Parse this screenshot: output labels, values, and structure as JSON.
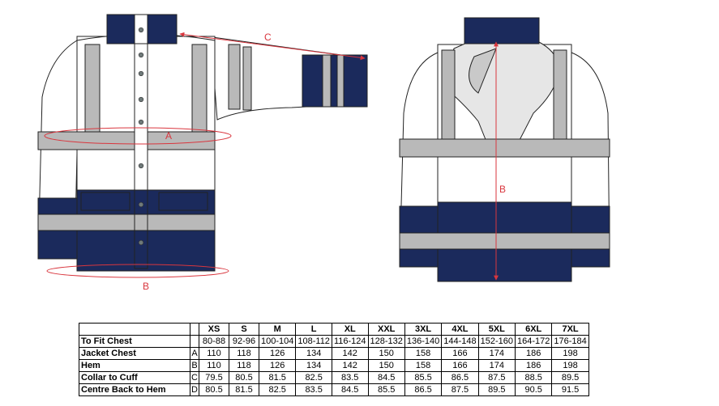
{
  "diagram": {
    "front_labels": {
      "a": "A",
      "b": "B",
      "c": "C"
    },
    "back_labels": {
      "b": "B"
    },
    "colors": {
      "navy": "#1b2a5c",
      "reflective": "#b9b9b9",
      "white": "#ffffff",
      "outline": "#222222",
      "measure": "#d9363e"
    }
  },
  "size_table": {
    "sizes": [
      "XS",
      "S",
      "M",
      "L",
      "XL",
      "XXL",
      "3XL",
      "4XL",
      "5XL",
      "6XL",
      "7XL"
    ],
    "rows": [
      {
        "label": "To Fit Chest",
        "code": "",
        "values": [
          "80-88",
          "92-96",
          "100-104",
          "108-112",
          "116-124",
          "128-132",
          "136-140",
          "144-148",
          "152-160",
          "164-172",
          "176-184"
        ]
      },
      {
        "label": "Jacket Chest",
        "code": "A",
        "values": [
          "110",
          "118",
          "126",
          "134",
          "142",
          "150",
          "158",
          "166",
          "174",
          "186",
          "198"
        ]
      },
      {
        "label": "Hem",
        "code": "B",
        "values": [
          "110",
          "118",
          "126",
          "134",
          "142",
          "150",
          "158",
          "166",
          "174",
          "186",
          "198"
        ]
      },
      {
        "label": "Collar to Cuff",
        "code": "C",
        "values": [
          "79.5",
          "80.5",
          "81.5",
          "82.5",
          "83.5",
          "84.5",
          "85.5",
          "86.5",
          "87.5",
          "88.5",
          "89.5"
        ]
      },
      {
        "label": "Centre Back to Hem",
        "code": "D",
        "values": [
          "80.5",
          "81.5",
          "82.5",
          "83.5",
          "84.5",
          "85.5",
          "86.5",
          "87.5",
          "89.5",
          "90.5",
          "91.5"
        ]
      }
    ]
  }
}
